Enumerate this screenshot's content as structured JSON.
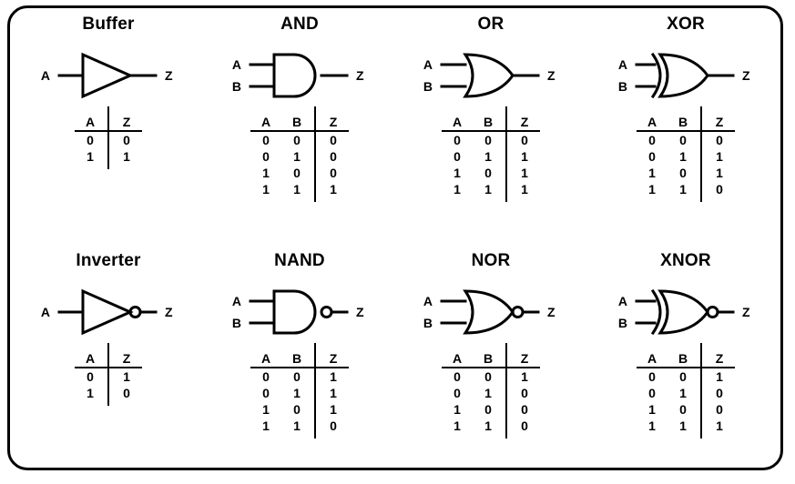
{
  "frame": {
    "border_color": "#000000",
    "background": "#ffffff"
  },
  "gates": [
    {
      "id": "buffer",
      "title": "Buffer",
      "symbol": "buffer-gate-symbol",
      "inputs": [
        "A"
      ],
      "output": "Z",
      "inverted": false,
      "headers": [
        "A",
        "Z"
      ],
      "rows": [
        [
          "0",
          "0"
        ],
        [
          "1",
          "1"
        ]
      ]
    },
    {
      "id": "and",
      "title": "AND",
      "symbol": "and-gate-symbol",
      "inputs": [
        "A",
        "B"
      ],
      "output": "Z",
      "inverted": false,
      "headers": [
        "A",
        "B",
        "Z"
      ],
      "rows": [
        [
          "0",
          "0",
          "0"
        ],
        [
          "0",
          "1",
          "0"
        ],
        [
          "1",
          "0",
          "0"
        ],
        [
          "1",
          "1",
          "1"
        ]
      ]
    },
    {
      "id": "or",
      "title": "OR",
      "symbol": "or-gate-symbol",
      "inputs": [
        "A",
        "B"
      ],
      "output": "Z",
      "inverted": false,
      "headers": [
        "A",
        "B",
        "Z"
      ],
      "rows": [
        [
          "0",
          "0",
          "0"
        ],
        [
          "0",
          "1",
          "1"
        ],
        [
          "1",
          "0",
          "1"
        ],
        [
          "1",
          "1",
          "1"
        ]
      ]
    },
    {
      "id": "xor",
      "title": "XOR",
      "symbol": "xor-gate-symbol",
      "inputs": [
        "A",
        "B"
      ],
      "output": "Z",
      "inverted": false,
      "headers": [
        "A",
        "B",
        "Z"
      ],
      "rows": [
        [
          "0",
          "0",
          "0"
        ],
        [
          "0",
          "1",
          "1"
        ],
        [
          "1",
          "0",
          "1"
        ],
        [
          "1",
          "1",
          "0"
        ]
      ]
    },
    {
      "id": "inverter",
      "title": "Inverter",
      "symbol": "inverter-gate-symbol",
      "inputs": [
        "A"
      ],
      "output": "Z",
      "inverted": true,
      "headers": [
        "A",
        "Z"
      ],
      "rows": [
        [
          "0",
          "1"
        ],
        [
          "1",
          "0"
        ]
      ]
    },
    {
      "id": "nand",
      "title": "NAND",
      "symbol": "nand-gate-symbol",
      "inputs": [
        "A",
        "B"
      ],
      "output": "Z",
      "inverted": true,
      "headers": [
        "A",
        "B",
        "Z"
      ],
      "rows": [
        [
          "0",
          "0",
          "1"
        ],
        [
          "0",
          "1",
          "1"
        ],
        [
          "1",
          "0",
          "1"
        ],
        [
          "1",
          "1",
          "0"
        ]
      ]
    },
    {
      "id": "nor",
      "title": "NOR",
      "symbol": "nor-gate-symbol",
      "inputs": [
        "A",
        "B"
      ],
      "output": "Z",
      "inverted": true,
      "headers": [
        "A",
        "B",
        "Z"
      ],
      "rows": [
        [
          "0",
          "0",
          "1"
        ],
        [
          "0",
          "1",
          "0"
        ],
        [
          "1",
          "0",
          "0"
        ],
        [
          "1",
          "1",
          "0"
        ]
      ]
    },
    {
      "id": "xnor",
      "title": "XNOR",
      "symbol": "xnor-gate-symbol",
      "inputs": [
        "A",
        "B"
      ],
      "output": "Z",
      "inverted": true,
      "headers": [
        "A",
        "B",
        "Z"
      ],
      "rows": [
        [
          "0",
          "0",
          "1"
        ],
        [
          "0",
          "1",
          "0"
        ],
        [
          "1",
          "0",
          "0"
        ],
        [
          "1",
          "1",
          "1"
        ]
      ]
    }
  ]
}
